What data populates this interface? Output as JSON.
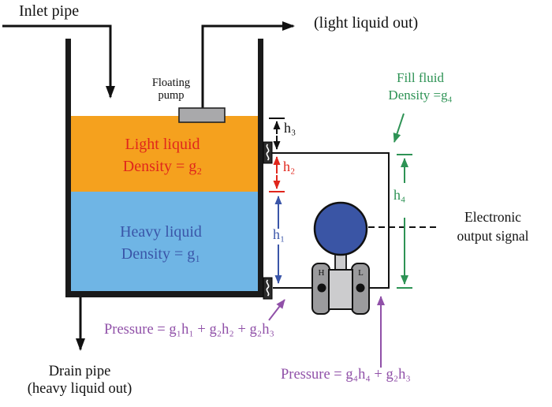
{
  "colors": {
    "light_liquid": "#F5A11E",
    "heavy_liquid": "#6FB5E5",
    "light_liquid_text": "#E0261C",
    "heavy_liquid_text": "#3A55A8",
    "fill_fluid_text": "#2E9355",
    "pressure_text": "#9050A8",
    "pump_gray": "#A9A9AB",
    "flange_gray": "#9B9B9D",
    "body_gray": "#CCCCCE",
    "transmitter_blue": "#3A55A5"
  },
  "pipes": {
    "inlet_label": "Inlet pipe",
    "light_out_label": "(light liquid out)",
    "drain_label_line1": "Drain pipe",
    "drain_label_line2": "(heavy liquid out)"
  },
  "tank": {
    "pump_label_line1": "Floating",
    "pump_label_line2": "pump",
    "light_liquid": {
      "name": "Light liquid",
      "density": "Density = g₂"
    },
    "heavy_liquid": {
      "name": "Heavy liquid",
      "density": "Density = g₁"
    }
  },
  "dimensions": {
    "h1": "h₁",
    "h2": "h₂",
    "h3": "h₃",
    "h4": "h₄"
  },
  "fill_fluid": {
    "line1": "Fill fluid",
    "line2": "Density =g₄"
  },
  "transmitter": {
    "high_port": "H",
    "low_port": "L",
    "output_line1": "Electronic",
    "output_line2": "output signal"
  },
  "formulas": {
    "high_side": "Pressure = g₁h₁ + g₂h₂ + g₂h₃",
    "low_side": "Pressure = g₄h₄ + g₂h₃"
  }
}
